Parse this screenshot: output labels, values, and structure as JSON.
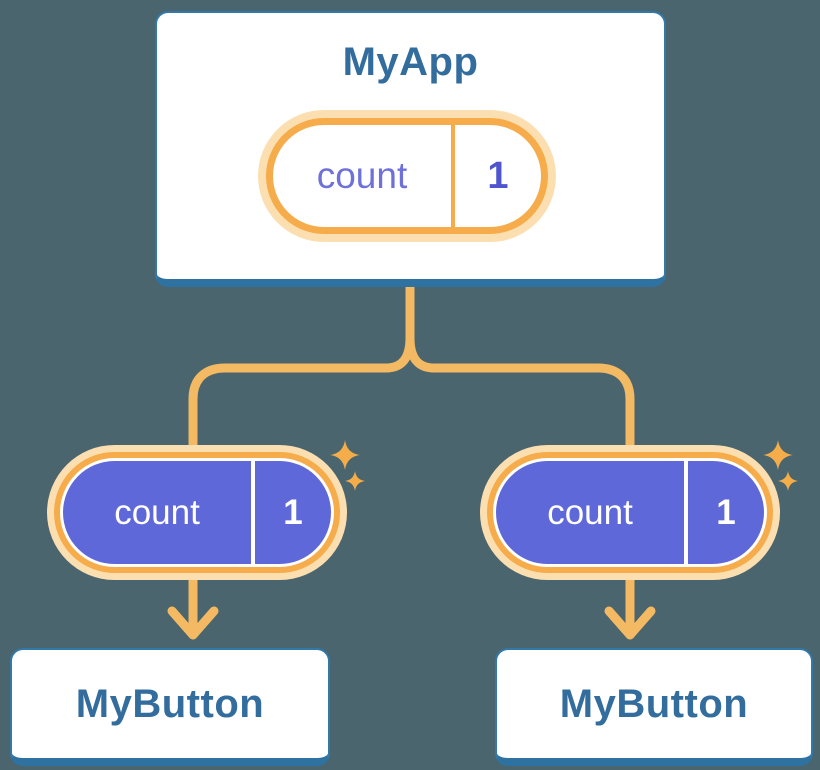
{
  "root": {
    "title": "MyApp",
    "state": {
      "label": "count",
      "value": "1"
    }
  },
  "children": [
    {
      "title": "MyButton",
      "state": {
        "label": "count",
        "value": "1"
      }
    },
    {
      "title": "MyButton",
      "state": {
        "label": "count",
        "value": "1"
      }
    }
  ],
  "icons": {
    "sparkle": "sparkle-icon",
    "arrow": "arrow-down-icon"
  },
  "colors": {
    "background": "#4A656E",
    "card_fill": "#FFFFFF",
    "card_border": "#3278A9",
    "card_border_bottom": "#2E72A2",
    "node_text": "#336D9E",
    "pill_ring_orange": "#F6AC4B",
    "pill_glow": "#FCDFB1",
    "connector_orange": "#F3B963",
    "sparkle_orange": "#F5AD49",
    "state_pill_purple": "#5F68D9",
    "state_label_purple": "#6E71D9",
    "state_value_purple": "#5055CE",
    "state_text_on_purple": "#FFFFFF"
  }
}
